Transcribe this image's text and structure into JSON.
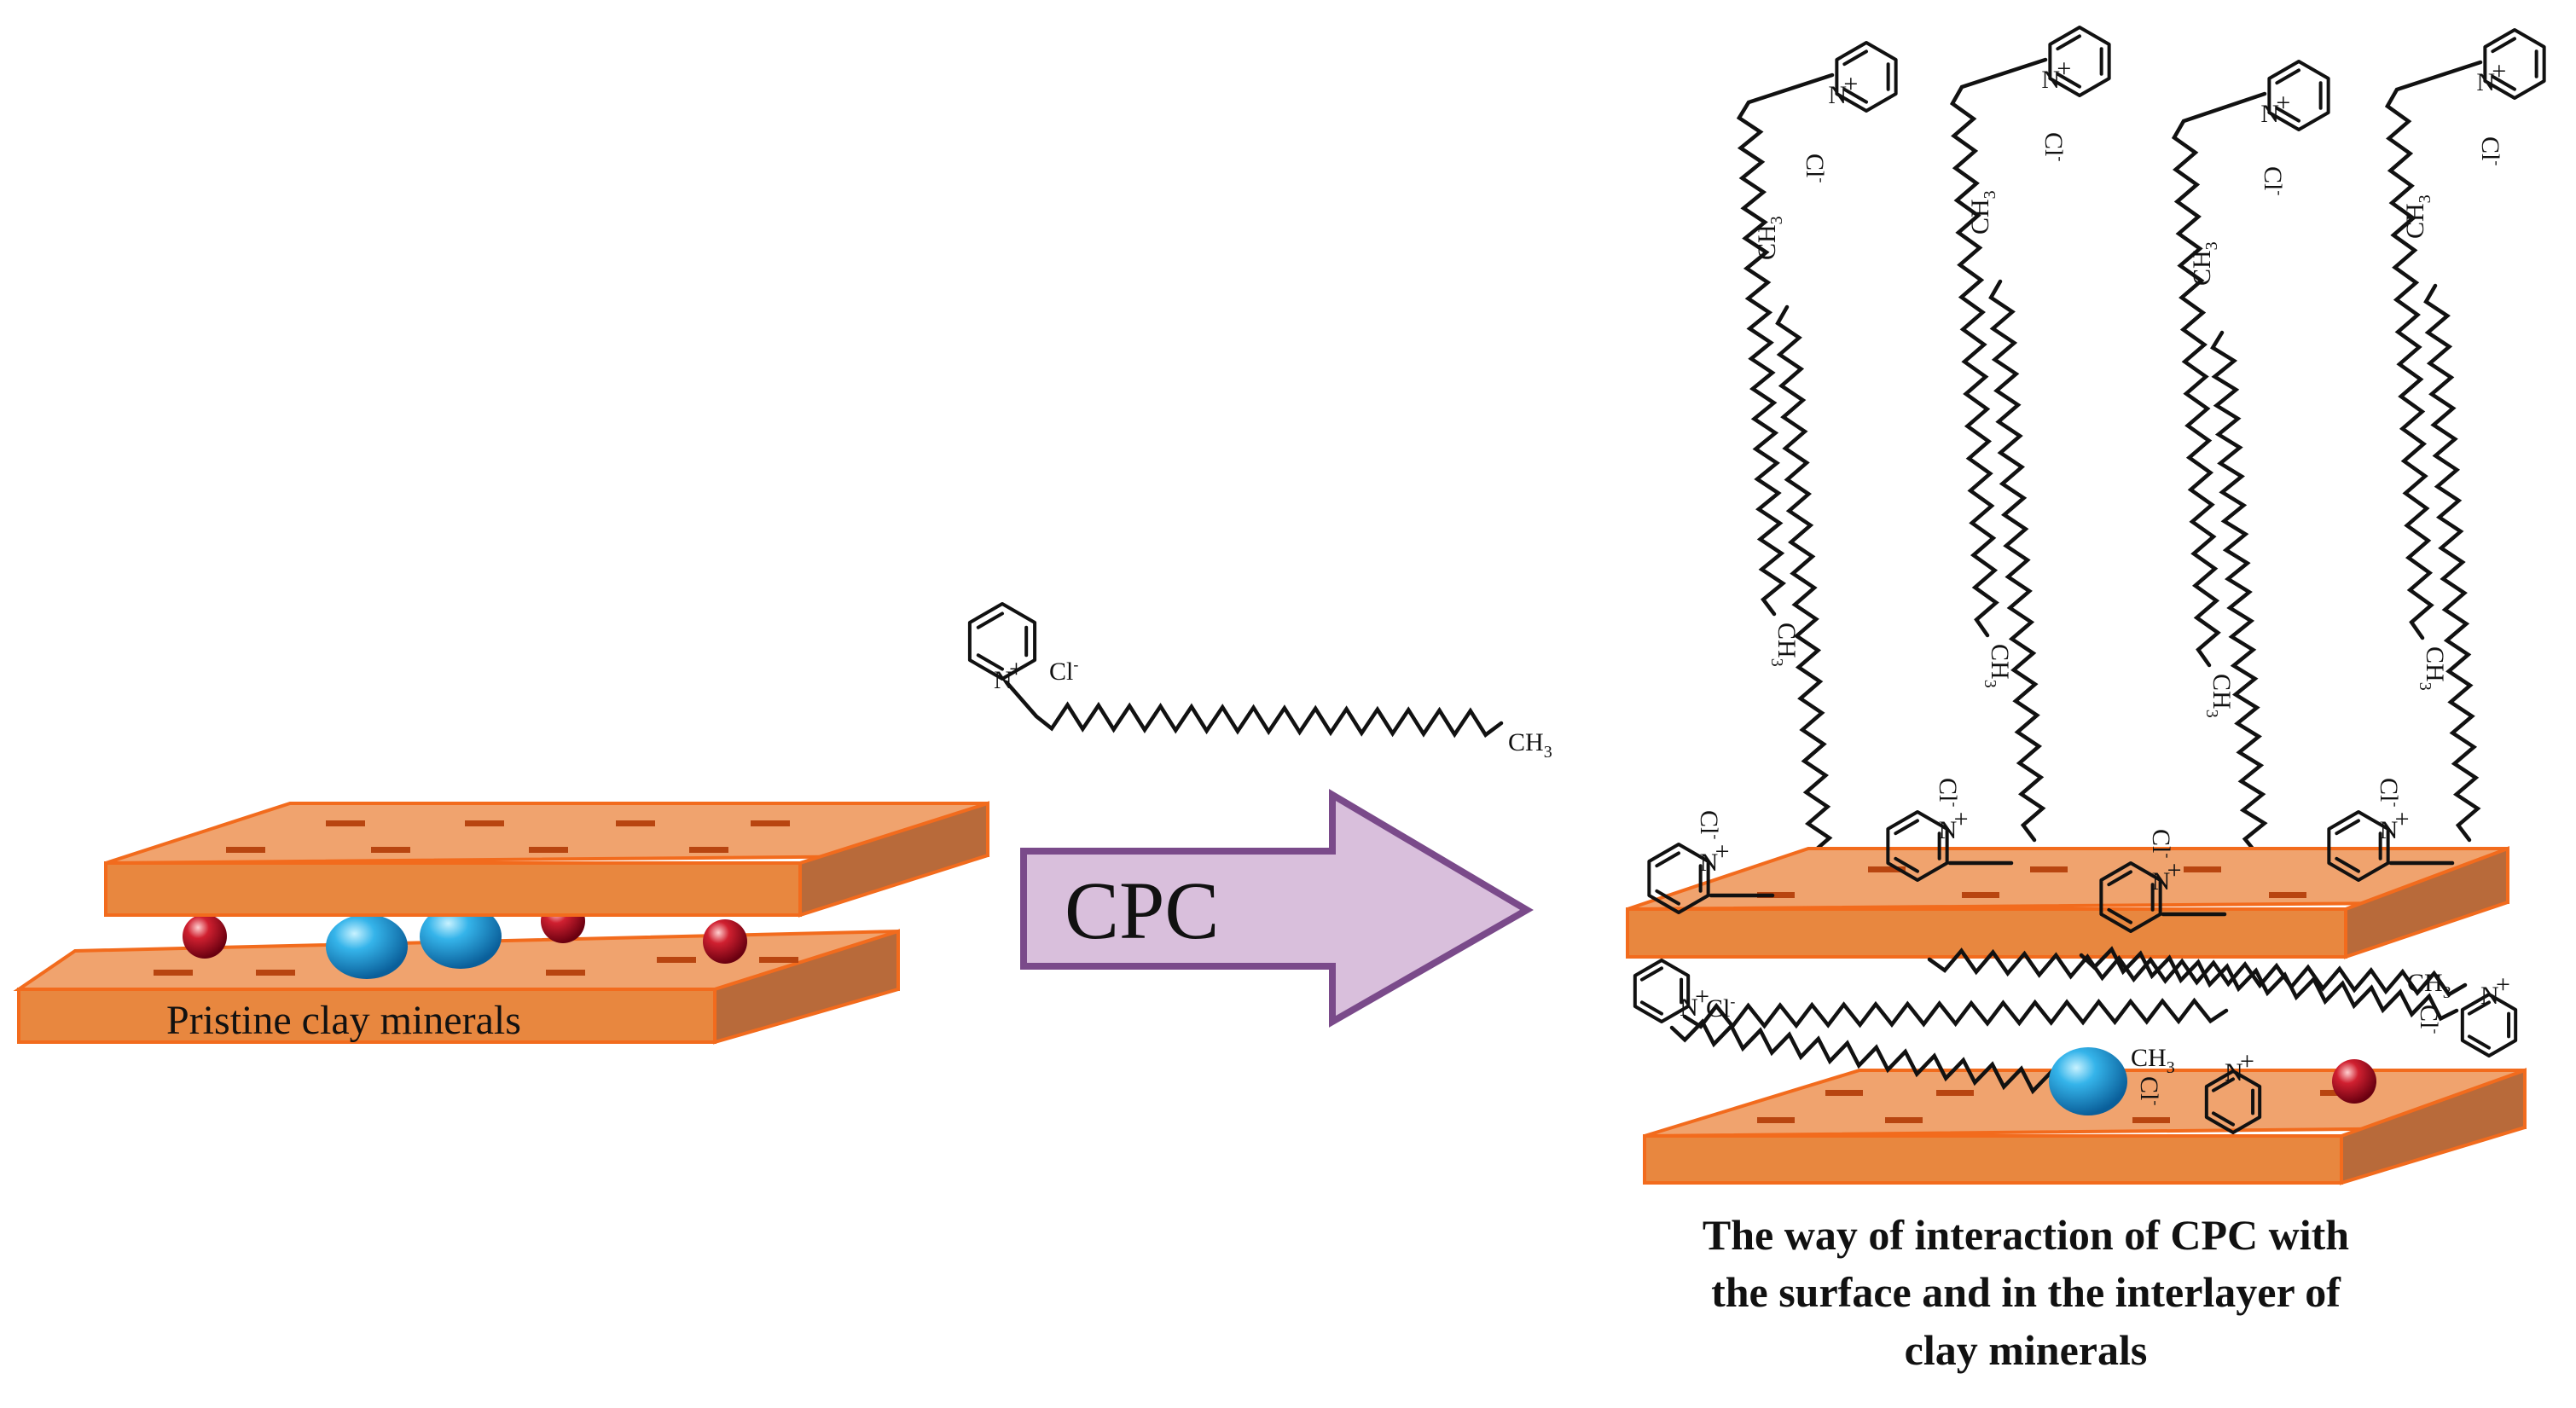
{
  "arrow": {
    "label": "CPC",
    "fill": "#d9bfdc",
    "stroke": "#7a4a8a"
  },
  "labels": {
    "pristine": "Pristine clay minerals",
    "result_lines": [
      "The way of interaction of CPC with",
      "the surface and in the interlayer of",
      "clay minerals"
    ]
  },
  "chem": {
    "N": "N",
    "plus": "+",
    "Cl": "Cl",
    "minus": "-",
    "CH": "CH",
    "three": "3"
  },
  "colors": {
    "clay_top": "#f0a36e",
    "clay_front": "#e8873f",
    "clay_side": "#b86a3a",
    "clay_edge": "#f26b1d",
    "dash": "#b84510",
    "cation_blue": "#2aa8e0",
    "cation_red": "#c0182a"
  }
}
